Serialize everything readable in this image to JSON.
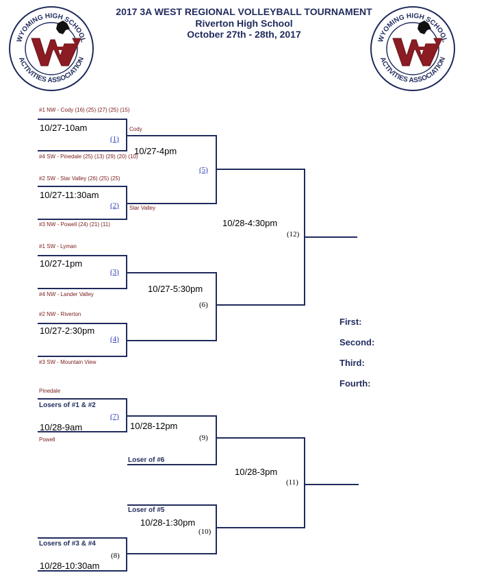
{
  "header": {
    "line1": "2017 3A WEST REGIONAL VOLLEYBALL TOURNAMENT",
    "line2": "Riverton High School",
    "line3": "October 27th - 28th, 2017"
  },
  "logo": {
    "ring_top": "WYOMING HIGH SCHOOL",
    "ring_bottom": "ACTIVITIES ASSOCIATION",
    "accent": "#8b1c24",
    "navy": "#1f2a5c"
  },
  "bracket": {
    "g1": {
      "team_top": "#1 NW - Cody (16) (25) (27) (25) (15)",
      "team_bottom": "#4 SW - Pinedale (25) (13) (29) (20) (10)",
      "time": "10/27-10am",
      "num": "(1)"
    },
    "g2": {
      "team_top": "#2 SW - Star Valley (26) (25) (25)",
      "team_bottom": "#3 NW - Powell (24) (21) (11)",
      "time": "10/27-11:30am",
      "num": "(2)"
    },
    "g3": {
      "team_top": "#1 SW - Lyman",
      "team_bottom": "#4 NW - Lander Valley",
      "time": "10/27-1pm",
      "num": "(3)"
    },
    "g4": {
      "team_top": "#2 NW - Riverton",
      "team_bottom": "#3 SW - Mountain View",
      "time": "10/27-2:30pm",
      "num": "(4)"
    },
    "g5": {
      "winner_top": "Cody",
      "winner_bottom": "Star Valley",
      "time": "10/27-4pm",
      "num": "(5)"
    },
    "g6": {
      "time": "10/27-5:30pm",
      "num": "(6)"
    },
    "g12": {
      "time": "10/28-4:30pm",
      "num": "(12)"
    }
  },
  "consolation": {
    "g7": {
      "team_above": "Pinedale",
      "label": "Losers of #1 & #2",
      "team_below": "Powell",
      "time": "10/28-9am",
      "num": "(7)"
    },
    "g8": {
      "label": "Losers of #3 & #4",
      "time": "10/28-10:30am",
      "num": "(8)"
    },
    "g9": {
      "label": "Loser of #6",
      "time": "10/28-12pm",
      "num": "(9)"
    },
    "g10": {
      "label": "Loser of #5",
      "time": "10/28-1:30pm",
      "num": "(10)"
    },
    "g11": {
      "time": "10/28-3pm",
      "num": "(11)"
    }
  },
  "placings": {
    "first": "First:",
    "second": "Second:",
    "third": "Third:",
    "fourth": "Fourth:"
  }
}
